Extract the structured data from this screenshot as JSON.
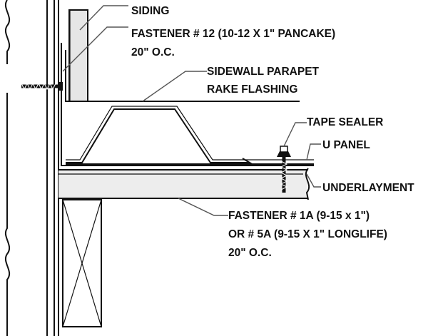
{
  "labels": {
    "siding": "SIDING",
    "fastener12_line1": "FASTENER # 12 (10-12 X 1\" PANCAKE)",
    "fastener12_line2": "20\" O.C.",
    "flashing_line1": "SIDEWALL PARAPET",
    "flashing_line2": "RAKE FLASHING",
    "tape_sealer": "TAPE SEALER",
    "u_panel": "U PANEL",
    "underlayment": "UNDERLAYMENT",
    "fastener1a_line1": "FASTENER # 1A (9-15 x 1\")",
    "fastener1a_line2": "OR # 5A (9-15 X 1\" LONGLIFE)",
    "fastener1a_line3": "20\" O.C."
  },
  "colors": {
    "line": "#111111",
    "fill_gray": "#e6e6e6",
    "leader": "#555555"
  }
}
